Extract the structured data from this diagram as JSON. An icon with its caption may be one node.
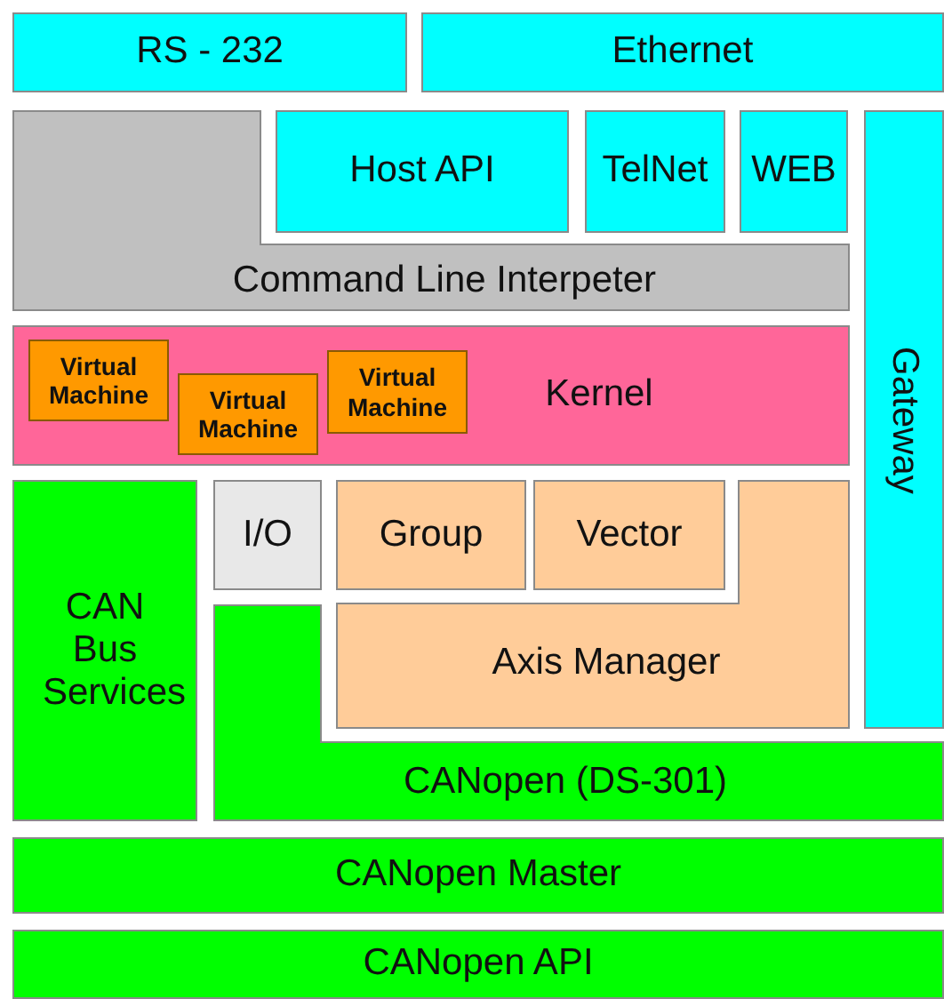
{
  "diagram": {
    "nodes": [
      {
        "text": [
          "RS - 232"
        ]
      },
      {
        "text": [
          "Ethernet"
        ]
      },
      {
        "text": [
          "Command Line Interpeter"
        ]
      },
      {
        "text": [
          "Host API"
        ]
      },
      {
        "text": [
          "TelNet"
        ]
      },
      {
        "text": [
          "WEB"
        ]
      },
      {
        "text": [
          "Gateway"
        ]
      },
      {
        "text": [
          "Kernel"
        ]
      },
      {
        "text": [
          "Virtual Machine"
        ],
        "in": 7
      },
      {
        "text": [
          "Virtual Machine"
        ],
        "in": 7
      },
      {
        "text": [
          "Virtual Machine"
        ],
        "in": 7
      },
      {
        "text": [
          "CAN Bus Services"
        ]
      },
      {
        "text": [
          "I/O"
        ]
      },
      {
        "text": [
          "Axis Manager"
        ]
      },
      {
        "text": [
          "Group"
        ]
      },
      {
        "text": [
          "Vector"
        ]
      },
      {
        "text": [
          "CANopen (DS-301)"
        ]
      },
      {
        "text": [
          "CANopen Master"
        ]
      },
      {
        "text": [
          "CANopen API"
        ]
      }
    ]
  }
}
